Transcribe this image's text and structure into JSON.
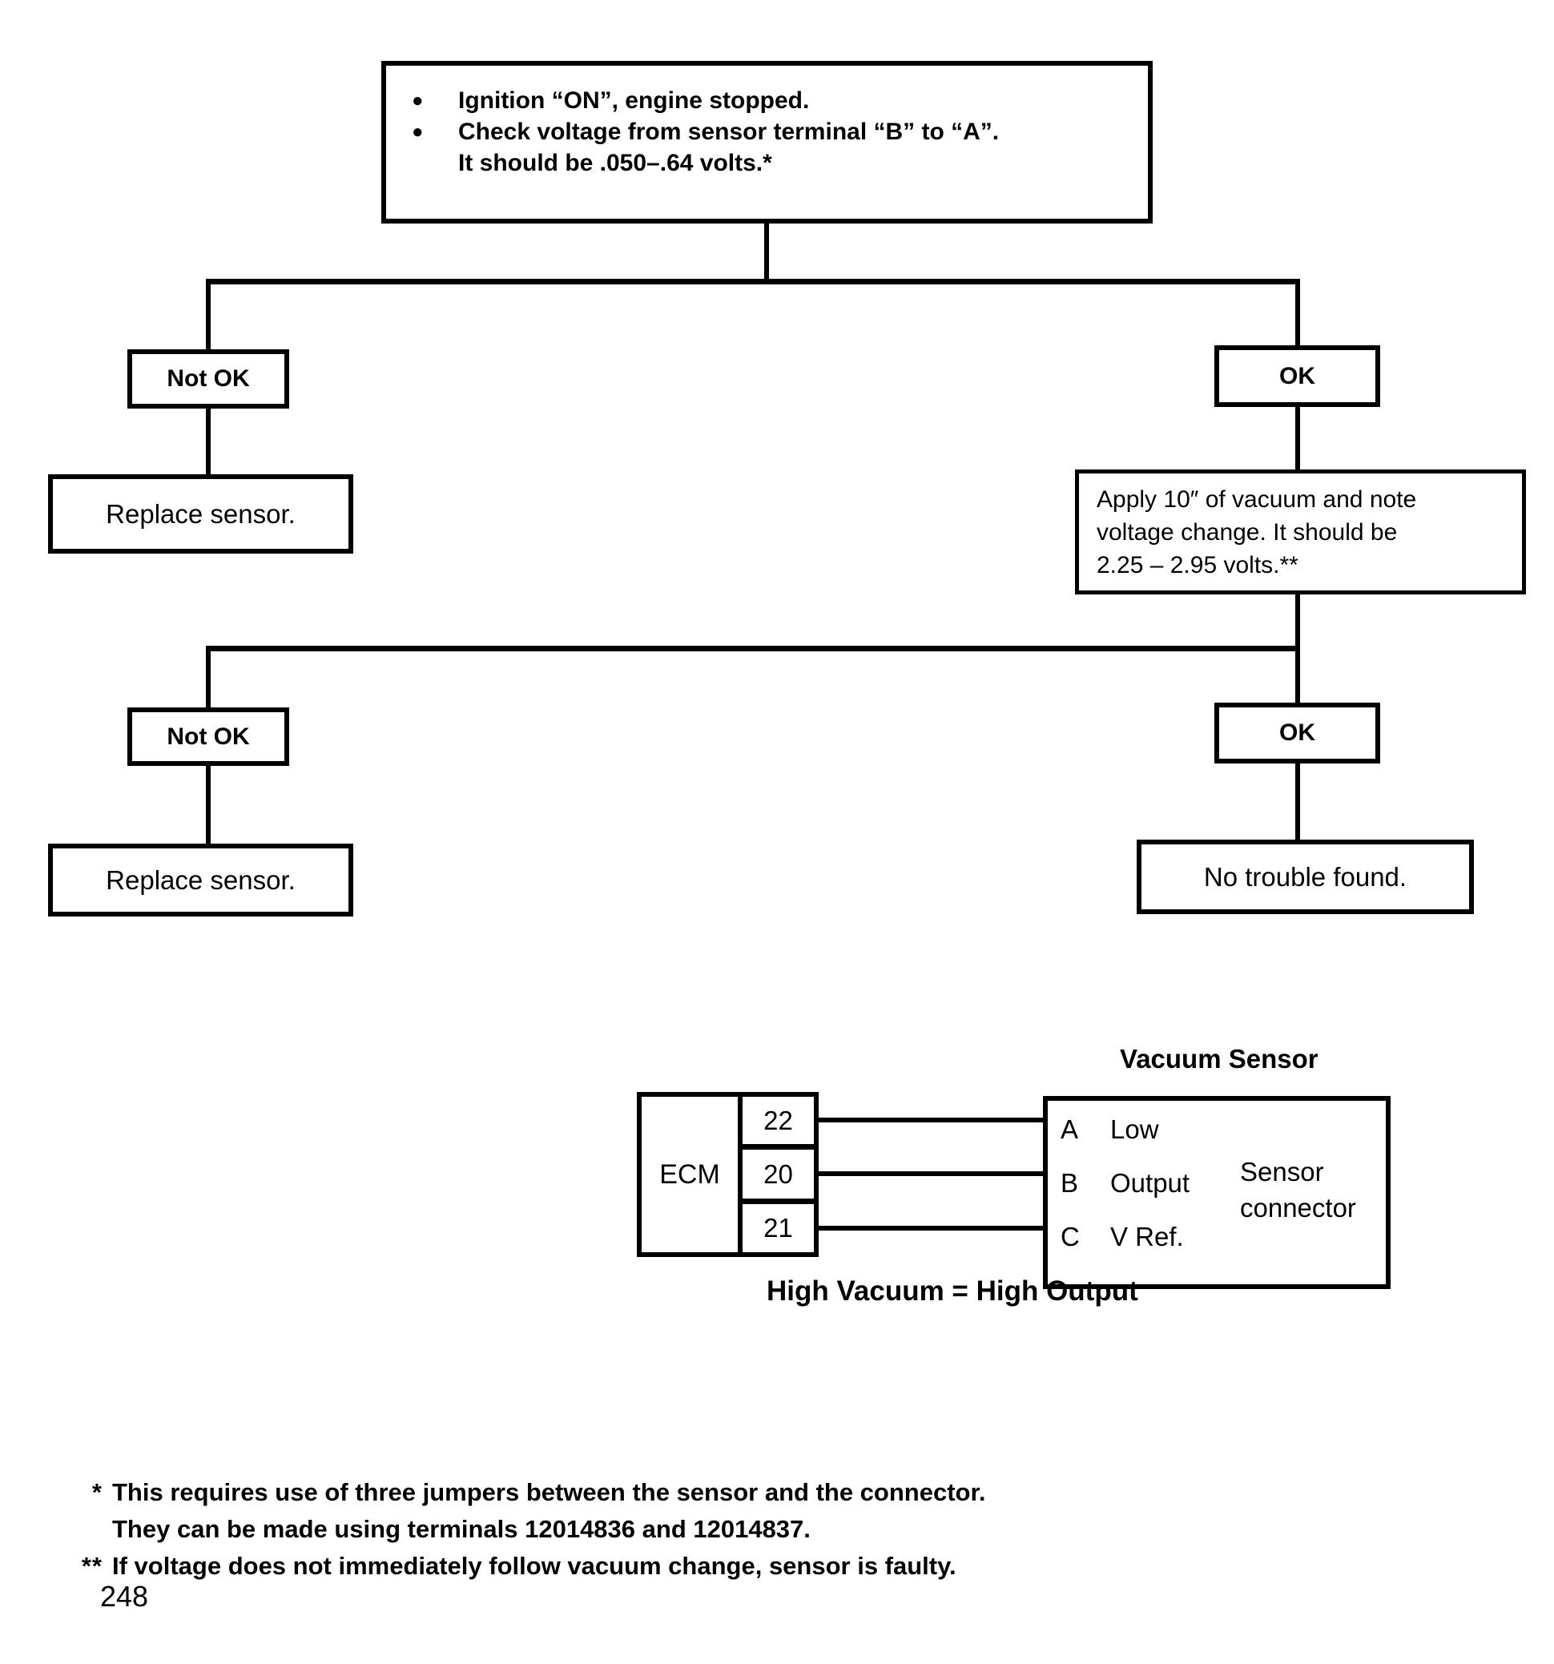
{
  "flowchart": {
    "start": {
      "bullet_icon": "●",
      "bullets": [
        "Ignition “ON”, engine stopped.",
        "Check voltage from sensor terminal “B” to “A”.\nIt should be .050–.64 volts.*"
      ]
    },
    "level1": {
      "not_ok_label": "Not OK",
      "ok_label": "OK",
      "not_ok_result": "Replace sensor.",
      "ok_action": "Apply 10″ of vacuum and note\nvoltage change. It should be\n2.25 – 2.95 volts.**"
    },
    "level2": {
      "not_ok_label": "Not OK",
      "ok_label": "OK",
      "not_ok_result": "Replace sensor.",
      "ok_result": "No trouble found."
    }
  },
  "wiring_diagram": {
    "title": "Vacuum Sensor",
    "ecm_label": "ECM",
    "pins": [
      "22",
      "20",
      "21"
    ],
    "terminals": [
      {
        "id": "A",
        "label": "Low"
      },
      {
        "id": "B",
        "label": "Output"
      },
      {
        "id": "C",
        "label": "V Ref."
      }
    ],
    "connector_label": "Sensor\nconnector",
    "caption": "High Vacuum = High Output"
  },
  "footnotes": [
    {
      "marker": "*",
      "text": "This requires use of three jumpers between the sensor and the connector."
    },
    {
      "marker": "",
      "text": "They can be made using terminals 12014836 and 12014837."
    },
    {
      "marker": "**",
      "text": "If voltage does not immediately follow vacuum change, sensor is faulty."
    }
  ],
  "page_number": "248"
}
